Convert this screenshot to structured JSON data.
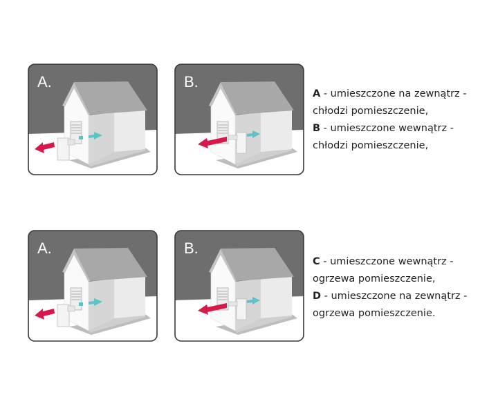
{
  "panels": [
    {
      "label": "A.",
      "unit": "outside"
    },
    {
      "label": "B.",
      "unit": "inside"
    },
    {
      "label": "A.",
      "unit": "outside"
    },
    {
      "label": "B.",
      "unit": "inside"
    }
  ],
  "descriptions": {
    "top": [
      {
        "letter": "A",
        "line1": " - umieszczone na zewnątrz -",
        "line2": "chłodzi pomieszczenie,"
      },
      {
        "letter": "B",
        "line1": " - umieszczone wewnątrz -",
        "line2": "chłodzi pomieszczenie,"
      }
    ],
    "bottom": [
      {
        "letter": "C",
        "line1": " - umieszczone wewnątrz -",
        "line2": "ogrzewa pomieszczenie,"
      },
      {
        "letter": "D",
        "line1": " - umieszczone na zewnątrz -",
        "line2": "ogrzewa pomieszczenie."
      }
    ]
  },
  "colors": {
    "background": "#6e6e6e",
    "hot_arrow": "#d8174a",
    "cool_arrow": "#5cc3c8",
    "roof": "#a8a8a8"
  }
}
